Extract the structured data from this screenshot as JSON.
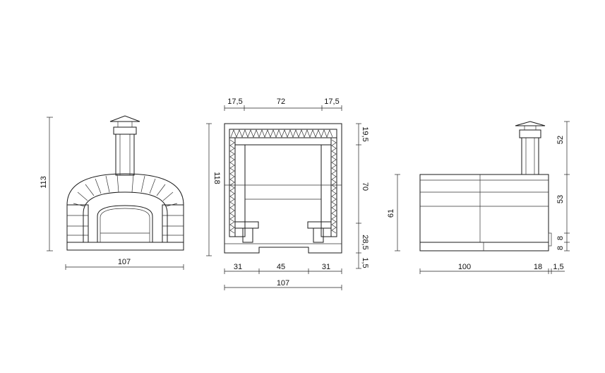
{
  "views": {
    "front": {
      "height_label": "113",
      "width_label": "107"
    },
    "section": {
      "top_dims": [
        "17,5",
        "72",
        "17,5"
      ],
      "left_height": "118",
      "right_dims": [
        "19,5",
        "70",
        "28,5",
        "1,5"
      ],
      "bottom_dims": [
        "31",
        "45",
        "31"
      ],
      "total_width": "107"
    },
    "side": {
      "left_height": "61",
      "right_dims": [
        "52",
        "53",
        "8",
        "8"
      ],
      "bottom_dims": [
        "100",
        "18",
        "1,5"
      ]
    }
  },
  "colors": {
    "line": "#1a1a1a",
    "background": "#ffffff"
  }
}
